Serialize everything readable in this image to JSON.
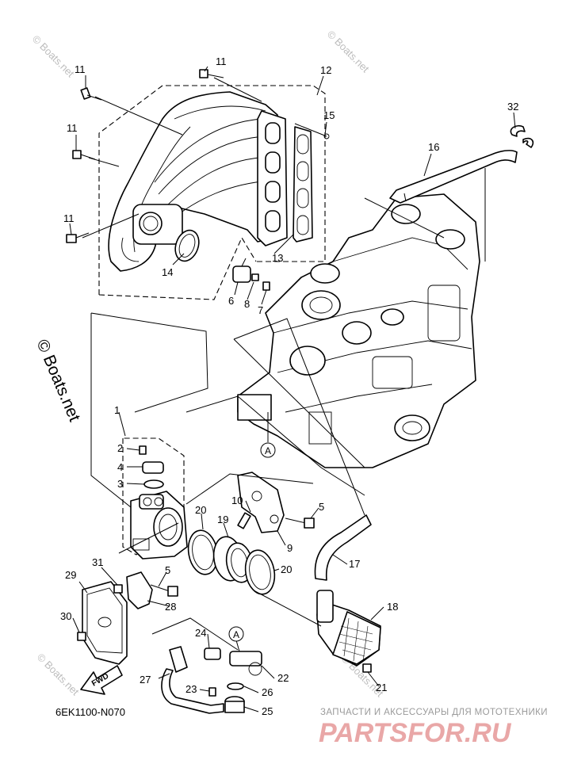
{
  "diagram": {
    "code": "6EK1100-N070",
    "watermark_main": "© Boats.net",
    "watermark_small": "© Boats.net",
    "promo_tagline": "ЗАПЧАСТИ И АКСЕССУАРЫ ДЛЯ МОТОТЕХНИКИ",
    "promo_brand": "PARTSFOR.RU",
    "fwd_label": "FWD",
    "ref_marker": "A",
    "callouts": [
      "1",
      "2",
      "3",
      "4",
      "5",
      "5",
      "6",
      "7",
      "8",
      "9",
      "10",
      "11",
      "11",
      "11",
      "11",
      "12",
      "13",
      "14",
      "15",
      "16",
      "17",
      "18",
      "19",
      "20",
      "20",
      "21",
      "22",
      "23",
      "24",
      "25",
      "26",
      "27",
      "28",
      "29",
      "30",
      "31",
      "32"
    ]
  }
}
